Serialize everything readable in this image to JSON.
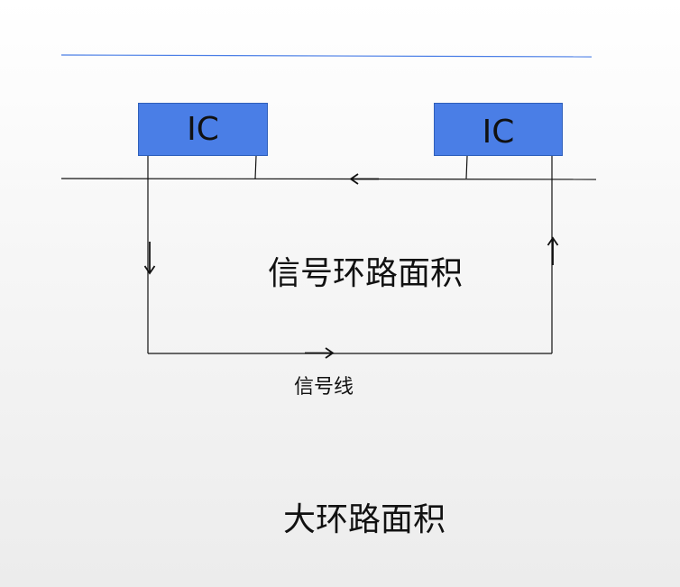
{
  "diagram": {
    "ic_left_label": "IC",
    "ic_right_label": "IC",
    "signal_loop_area_label": "信号环路面积",
    "signal_line_label": "信号线",
    "big_loop_area_label": "大环路面积",
    "colors": {
      "ic_fill": "#4a7ee6",
      "ic_border": "#2f5fba",
      "top_rule": "#4a7ee6",
      "wire": "#111111",
      "background_top": "#ffffff",
      "background_bottom": "#ececec"
    }
  }
}
